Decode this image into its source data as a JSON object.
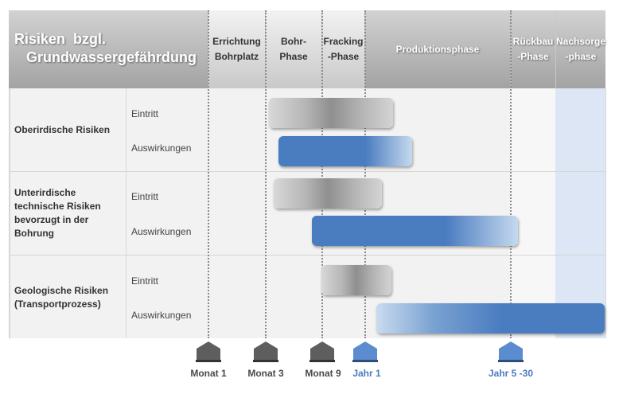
{
  "header": {
    "title": "Risiken  bzgl.\n   Grundwassergefährdung",
    "phases": [
      {
        "label": "Errichtung\nBohrplatz",
        "style": "light"
      },
      {
        "label": "Bohr-\nPhase",
        "style": "light"
      },
      {
        "label": "Fracking\n-Phase",
        "style": "light"
      },
      {
        "label": "Produktionsphase",
        "style": "dark"
      },
      {
        "label": "Rückbau\n-Phase",
        "style": "dark"
      },
      {
        "label": "Nachsorge\n-phase",
        "style": "dark"
      }
    ]
  },
  "rows": [
    {
      "category": "Oberirdische Risiken",
      "sub": [
        "Eintritt",
        "Auswirkungen"
      ]
    },
    {
      "category": "Unterirdische\ntechnische Risiken\nbevorzugt in der\nBohrung",
      "sub": [
        "Eintritt",
        "Auswirkungen"
      ]
    },
    {
      "category": "Geologische Risiken\n(Transportprozess)",
      "sub": [
        "Eintritt",
        "Auswirkungen"
      ]
    }
  ],
  "milestones": [
    {
      "label": "Monat 1",
      "color": "#5a5a5a"
    },
    {
      "label": "Monat 3",
      "color": "#5a5a5a"
    },
    {
      "label": "Monat 9",
      "color": "#5a5a5a"
    },
    {
      "label": "Jahr 1",
      "color": "#4a7cc0"
    },
    {
      "label": "Jahr 5 -30",
      "color": "#4a7cc0"
    }
  ],
  "colors": {
    "gray_bar": "#9e9e9e",
    "blue_bar": "#4a7cc0",
    "header_dark": "#a3a3a3",
    "aftercare_bg": "#dce6f4"
  }
}
